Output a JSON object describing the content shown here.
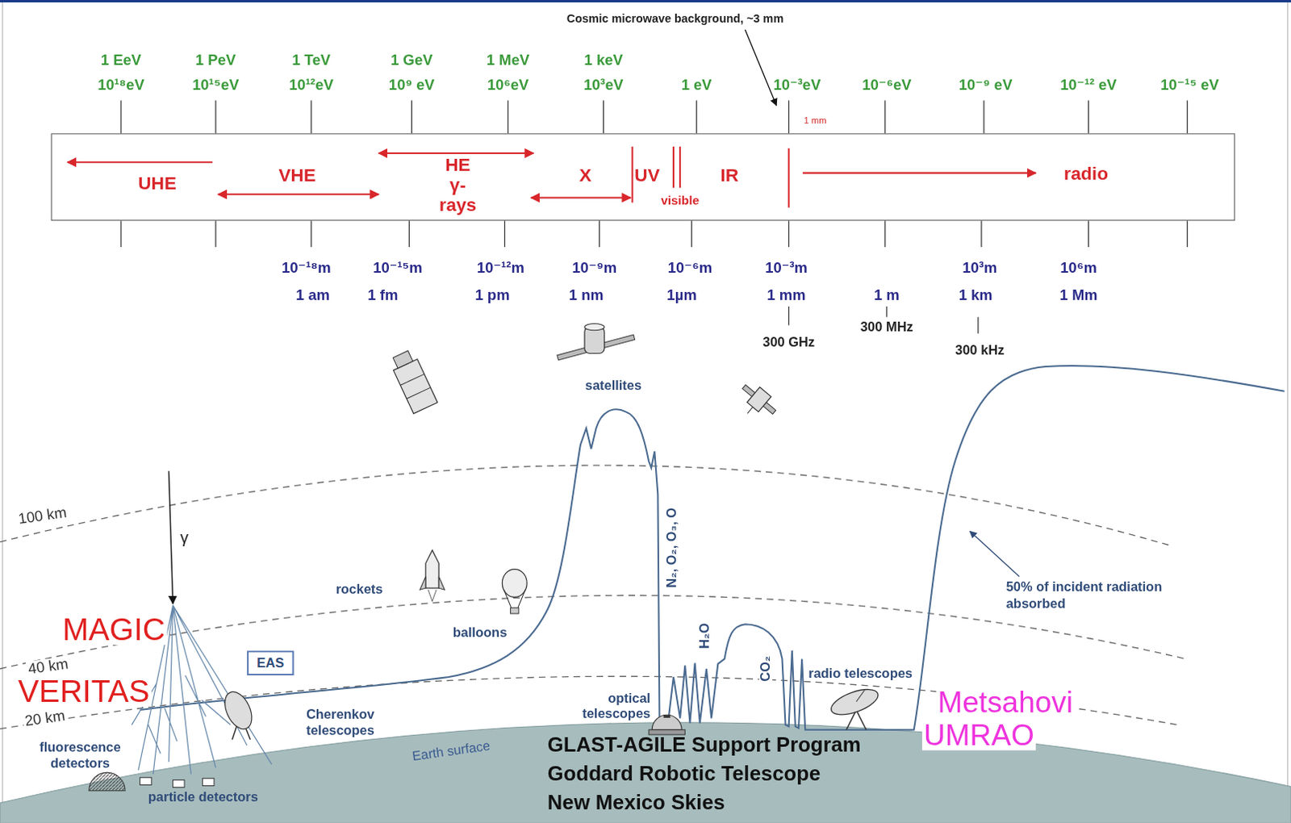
{
  "diagram": {
    "nodes": [
      {
        "text": [
          "UHE",
          "VHE",
          "HE γ-rays",
          "X",
          "UV",
          "visible",
          "IR",
          "radio"
        ]
      },
      {
        "text": [
          "EAS"
        ]
      }
    ],
    "labels": [
      "Cosmic microwave background, ~3 mm",
      "1 EeV",
      "10¹⁸eV",
      "1 PeV",
      "10¹⁵eV",
      "1 TeV",
      "10¹²eV",
      "1 GeV",
      "10⁹ eV",
      "1 MeV",
      "10⁶eV",
      "1 keV",
      "10³eV",
      "1 eV",
      "10⁻³eV",
      "10⁻⁶eV",
      "10⁻⁹ eV",
      "10⁻¹² eV",
      "10⁻¹⁵ eV",
      "1 mm",
      "10⁻¹⁸m",
      "1 am",
      "10⁻¹⁵m",
      "1 fm",
      "10⁻¹²m",
      "1 pm",
      "10⁻⁹m",
      "1 nm",
      "10⁻⁶m",
      "1µm",
      "10⁻³m",
      "1 mm",
      "1 m",
      "10³m",
      "1 km",
      "10⁶m",
      "1 Mm",
      "300 GHz",
      "300 MHz",
      "300 kHz",
      "satellites",
      "100 km",
      "γ",
      "rockets",
      "balloons",
      "N₂, O₂, O₃, O",
      "50% of incident radiation absorbed",
      "MAGIC",
      "H₂O",
      "CO₂",
      "40 km",
      "VERITAS",
      "radio telescopes",
      "Metsahovi",
      "20 km",
      "Cherenkov telescopes",
      "optical telescopes",
      "UMRAO",
      "fluorescence detectors",
      "Earth surface",
      "GLAST-AGILE Support Program",
      "particle detectors",
      "Goddard Robotic Telescope",
      "New Mexico Skies"
    ]
  }
}
